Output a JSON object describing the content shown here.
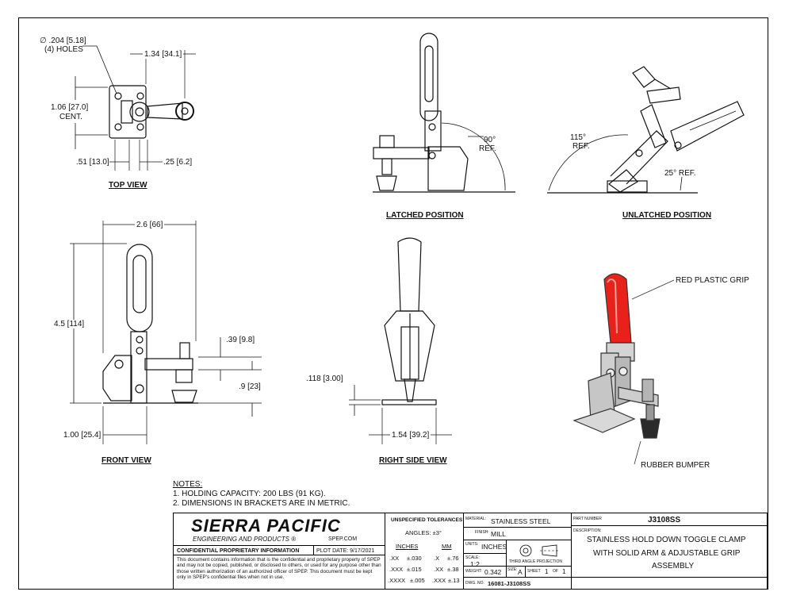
{
  "views": {
    "top_view": "TOP VIEW",
    "latched": "LATCHED POSITION",
    "unlatched": "UNLATCHED POSITION",
    "front_view": "FRONT VIEW",
    "right_side_view": "RIGHT SIDE VIEW"
  },
  "dims": {
    "hole_dia": "∅ .204 [5.18]",
    "holes": "(4) HOLES",
    "top_width": "1.34 [34.1]",
    "cent_a": "1.06 [27.0]",
    "cent_b": "CENT.",
    "d51": ".51 [13.0]",
    "d25": ".25 [6.2]",
    "ang90_a": "90°",
    "ang90_b": "REF.",
    "ang115_a": "115°",
    "ang115_b": "REF.",
    "ang25": "25° REF.",
    "width26": "2.6 [66]",
    "height45": "4.5 [114]",
    "d39": ".39 [9.8]",
    "d9": ".9 [23]",
    "d100": "1.00 [25.4]",
    "d118": ".118 [3.00]",
    "d154": "1.54 [39.2]"
  },
  "callouts": {
    "grip": "RED PLASTIC GRIP",
    "bumper": "RUBBER BUMPER"
  },
  "notes": {
    "title": "NOTES:",
    "items": [
      "1.   HOLDING CAPACITY: 200 LBS (91 KG).",
      "2.   DIMENSIONS IN BRACKETS ARE IN METRIC."
    ]
  },
  "title_block": {
    "company": "SIERRA PACIFIC",
    "company_sub": "ENGINEERING AND PRODUCTS ®",
    "website": "SPEP.COM",
    "confidential": "CONFIDENTIAL PROPRIETARY INFORMATION",
    "plot_date": "PLOT DATE:  9/17/2021",
    "disclaimer": "This document contains information that is the confidential and proprietary property of SPEP and may not be copied, published, or disclosed to others, or used for any purpose  other than those written authorization of an authorized officer of SPEP. This document must be kept only in SPEP's confidential files when not in use.",
    "tol_title": "UNSPECIFIED TOLERANCES",
    "angles": "ANGLES: ±3°",
    "inches_h": "INCHES",
    "mm_h": "MM",
    "tol_rows": [
      [
        ".XX",
        "±.030",
        ".X",
        "±.76"
      ],
      [
        ".XXX",
        "±.015",
        ".XX",
        "±.38"
      ],
      [
        ".XXXX",
        "±.005",
        ".XXX",
        "±.13"
      ]
    ],
    "material_lbl": "MATERIAL:",
    "material": "STAINLESS STEEL",
    "finish_lbl": "FINISH:",
    "finish": "MILL",
    "units_lbl": "UNITS:",
    "units": "INCHES",
    "scale_lbl": "SCALE:",
    "scale": "1:2",
    "projection": "THIRD ANGLE PROJECTION",
    "weight_lbl": "WEIGHT:",
    "weight": "0.342",
    "size_lbl": "SIZE:",
    "size": "A",
    "sheet_lbl": "SHEET",
    "sheet": "1",
    "of_lbl": "OF",
    "of": "1",
    "dwg_lbl": "DWG. NO.",
    "dwg": "16081-J3108SS",
    "part_lbl": "PART NUMBER",
    "part": "J3108SS",
    "desc_lbl": "DESCRIPTION:",
    "desc1": "STAINLESS HOLD DOWN TOGGLE CLAMP",
    "desc2": "WITH SOLID ARM & ADJUSTABLE GRIP",
    "desc3": "ASSEMBLY"
  },
  "colors": {
    "grip": "#e8221b",
    "metal": "#c9c9c9",
    "bumper": "#2a2a2a"
  }
}
